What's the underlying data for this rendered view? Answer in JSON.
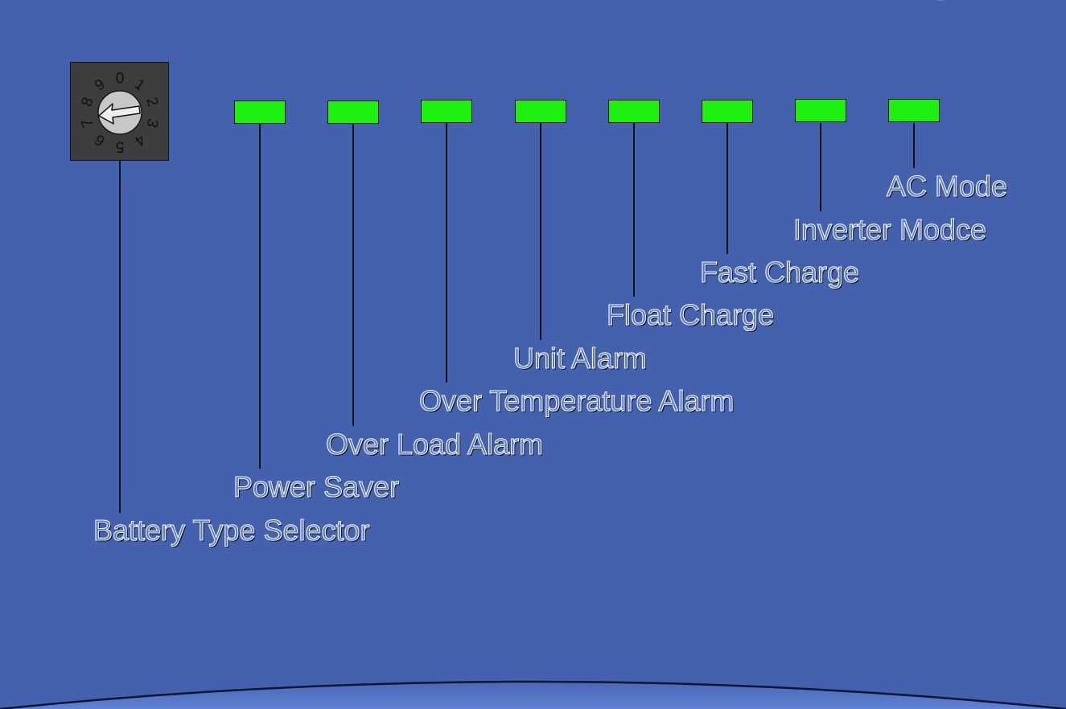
{
  "selector": {
    "label": "Battery Type Selector",
    "dial_digits": [
      "0",
      "1",
      "2",
      "3",
      "4",
      "5",
      "6",
      "7",
      "8",
      "9"
    ]
  },
  "indicators": [
    {
      "id": "power-saver",
      "label": "Power Saver"
    },
    {
      "id": "over-load-alarm",
      "label": "Over Load Alarm"
    },
    {
      "id": "over-temp-alarm",
      "label": "Over Temperature Alarm"
    },
    {
      "id": "unit-alarm",
      "label": "Unit Alarm"
    },
    {
      "id": "float-charge",
      "label": "Float Charge"
    },
    {
      "id": "fast-charge",
      "label": "Fast Charge"
    },
    {
      "id": "inverter-mode",
      "label": "Inverter Modce"
    },
    {
      "id": "ac-mode",
      "label": "AC Mode"
    }
  ],
  "colors": {
    "panel": "#4461ad",
    "led_on": "#1ef011",
    "selector_body": "#3d3d3d",
    "label_text": "#f4f6ff"
  }
}
